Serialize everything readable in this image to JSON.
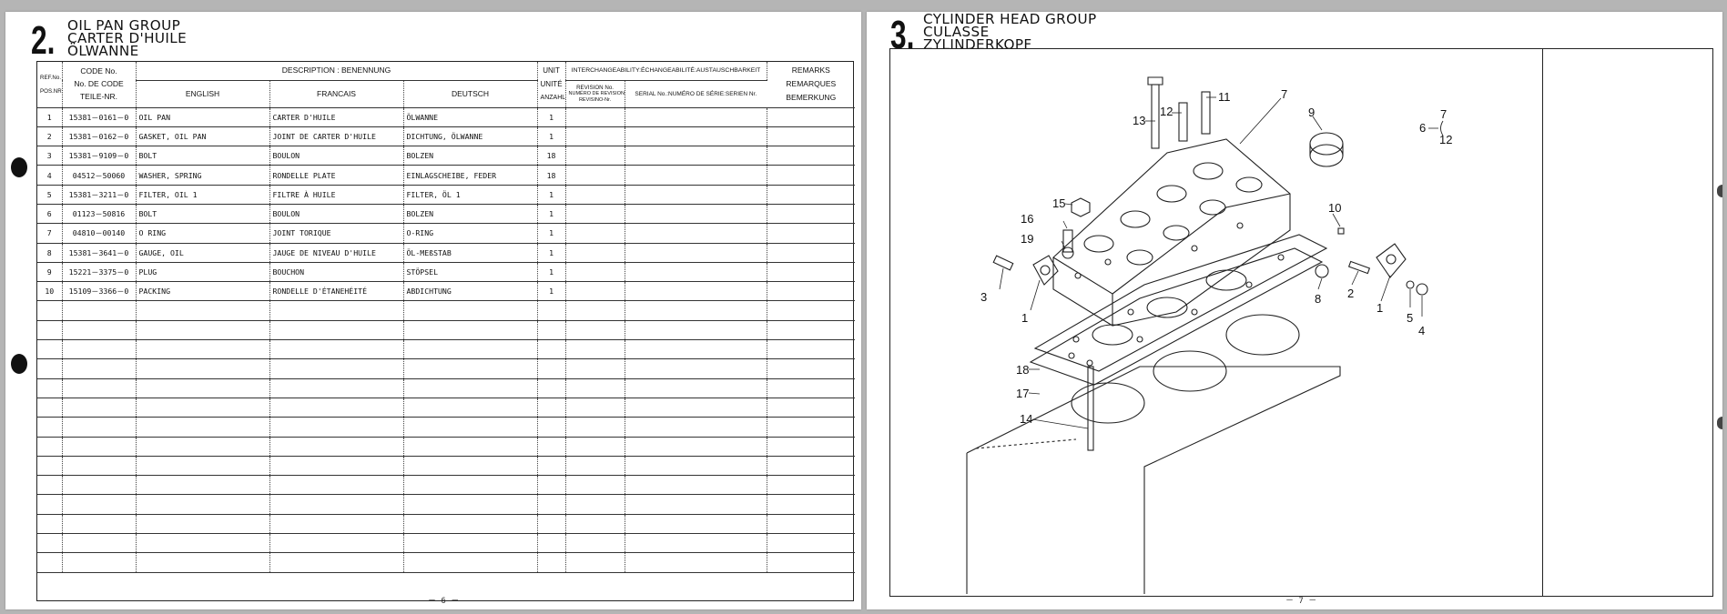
{
  "left_page": {
    "section_number": "2.",
    "titles": [
      "OIL PAN GROUP",
      "CARTER D'HUILE",
      "ÖLWANNE"
    ],
    "headers": {
      "ref": [
        "REF.No.",
        "POS.NR."
      ],
      "code": [
        "CODE No.",
        "No. DE CODE",
        "TEILE-NR."
      ],
      "description": "DESCRIPTION : BENENNUNG",
      "english": "ENGLISH",
      "francais": "FRANCAIS",
      "deutsch": "DEUTSCH",
      "unit": [
        "UNIT",
        "UNITÉ",
        "ANZAHL"
      ],
      "interchange": "INTERCHANGEABILITY:ÉCHANGEABILITÉ:AUSTAUSCHBARKEIT",
      "revision": [
        "REVISION No.",
        "NUMÉRO DE REVISION",
        "REVISINO-Nr."
      ],
      "serial": "SERIAL No.:NUMÉRO DE SÉRIE:SERIEN Nr.",
      "remarks": [
        "REMARKS",
        "REMARQUES",
        "BEMERKUNG"
      ]
    },
    "rows": [
      {
        "ref": "1",
        "code": "15381－0161－0",
        "en": "OIL PAN",
        "fr": "CARTER D'HUILE",
        "de": "ÖLWANNE",
        "qty": "1"
      },
      {
        "ref": "2",
        "code": "15381－0162－0",
        "en": "GASKET, OIL PAN",
        "fr": "JOINT DE CARTER D'HUILE",
        "de": "DICHTUNG, ÖLWANNE",
        "qty": "1"
      },
      {
        "ref": "3",
        "code": "15381－9109－0",
        "en": "BOLT",
        "fr": "BOULON",
        "de": "BOLZEN",
        "qty": "18"
      },
      {
        "ref": "4",
        "code": "04512－50060",
        "en": "WASHER, SPRING",
        "fr": "RONDELLE PLATE",
        "de": "EINLAGSCHEIBE, FEDER",
        "qty": "18"
      },
      {
        "ref": "5",
        "code": "15381－3211－0",
        "en": "FILTER, OIL 1",
        "fr": "FILTRE À HUILE",
        "de": "FILTER, ÖL 1",
        "qty": "1"
      },
      {
        "ref": "6",
        "code": "01123－50816",
        "en": "BOLT",
        "fr": "BOULON",
        "de": "BOLZEN",
        "qty": "1"
      },
      {
        "ref": "7",
        "code": "04810－00140",
        "en": "O RING",
        "fr": "JOINT TORIQUE",
        "de": "O-RING",
        "qty": "1"
      },
      {
        "ref": "8",
        "code": "15381－3641－0",
        "en": "GAUGE, OIL",
        "fr": "JAUGE DE NIVEAU D'HUILE",
        "de": "ÖL-MEßSTAB",
        "qty": "1"
      },
      {
        "ref": "9",
        "code": "15221－3375－0",
        "en": "PLUG",
        "fr": "BOUCHON",
        "de": "STÖPSEL",
        "qty": "1"
      },
      {
        "ref": "10",
        "code": "15109－3366－0",
        "en": "PACKING",
        "fr": "RONDELLE D'ÉTANEHÉITÉ",
        "de": "ABDICHTUNG",
        "qty": "1"
      }
    ],
    "empty_row_count": 14,
    "footer": "－ 6 －"
  },
  "right_page": {
    "section_number": "3.",
    "titles": [
      "CYLINDER HEAD GROUP",
      "CULASSE",
      "ZYLINDERKOPF"
    ],
    "callouts": [
      "1",
      "1",
      "2",
      "3",
      "4",
      "5",
      "6",
      "7",
      "9",
      "10",
      "11",
      "12",
      "13",
      "14",
      "15",
      "16",
      "17",
      "18",
      "19",
      "7",
      "12",
      "8"
    ],
    "footer": "－ 7 －"
  }
}
